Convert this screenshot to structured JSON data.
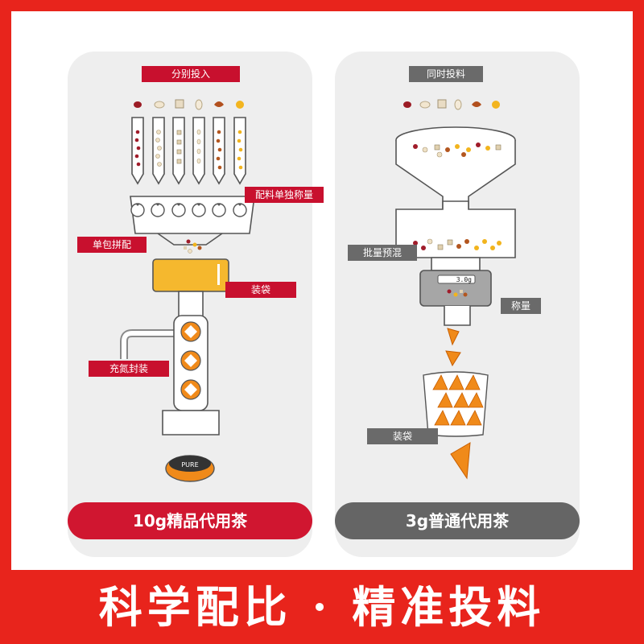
{
  "left": {
    "step_top": "分别投入",
    "step_weigh": "配料单独称量",
    "step_combine": "单包拼配",
    "step_bag": "装袋",
    "step_nitrogen": "充氮封装",
    "capsule_logo": "PURE",
    "caption": "10g精品代用茶"
  },
  "right": {
    "step_top": "同时投料",
    "step_premix": "批量预混",
    "step_weigh": "称量",
    "scale_readout": "3.0g",
    "step_bag": "装袋",
    "caption": "3g普通代用茶"
  },
  "banner": {
    "text": "科学配比 · 精准投料"
  },
  "colors": {
    "brand_red": "#e8241c",
    "accent_red": "#c8102e",
    "gray": "#656565",
    "bag_yellow": "#f5b82e",
    "tea_orange": "#f08a1a"
  }
}
